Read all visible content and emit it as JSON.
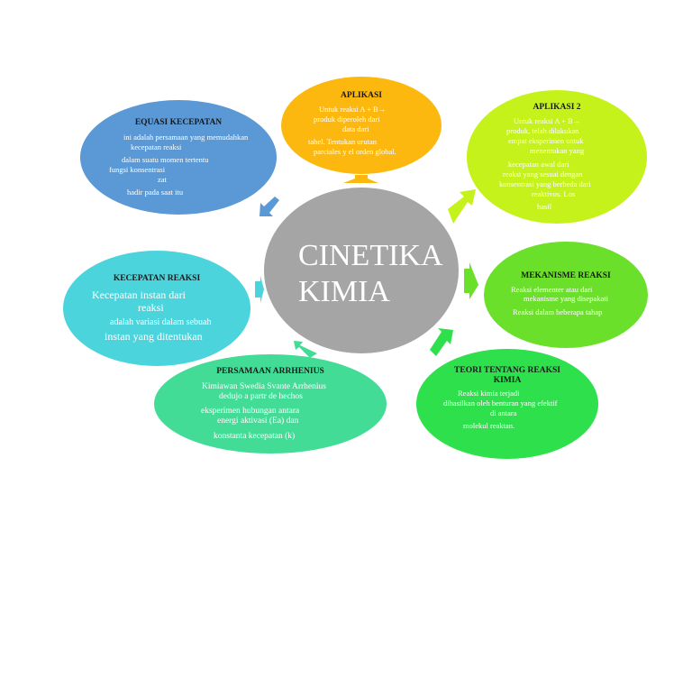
{
  "center": {
    "line1": "CINETIKA",
    "line2": "KIMIA"
  },
  "colors": {
    "center": "#a5a5a5",
    "aplikasi": "#fdb80f",
    "aplikasi2": "#c5f21a",
    "mekanisme": "#6be02a",
    "teori": "#2ee04b",
    "arrhenius": "#43dc97",
    "kecepatan": "#4cd4dd",
    "equasi": "#5a99d5"
  },
  "nodes": {
    "aplikasi": {
      "title": "APLIKASI",
      "lines": [
        "Untuk reaksi A + B→",
        "produk diperoleh dari",
        "data dari",
        "tabel. Tentukan urutan",
        "parciales y el orden global."
      ]
    },
    "aplikasi2": {
      "title": "APLIKASI 2",
      "lines": [
        "Untuk reaksi A + B→",
        "produk, telah dilakukan",
        "empat eksperimen untuk",
        "menentukan yang",
        "kecepatan awal dari",
        "reaksi yang sesuai dengan",
        "konsentrasi yang berbeda dari",
        "reaktivos. Los",
        "hasil"
      ]
    },
    "mekanisme": {
      "title": "MEKANISME REAKSI",
      "lines": [
        "Reaksi elementer atau dari",
        "mekanisme yang disepakati",
        "Reaksi dalam beberapa tahap"
      ]
    },
    "teori": {
      "title_1": "TEORI TENTANG REAKSI",
      "title_2": "KIMIA",
      "lines": [
        "Reaksi kimia terjadi",
        "dihasilkan oleh benturan yang efektif",
        "di antara",
        "molekul reaktan."
      ]
    },
    "arrhenius": {
      "title": "PERSAMAAN ARRHENIUS",
      "lines": [
        "Kimiawan Swedia Svante Arrhenius",
        "dedujo a partr de hechos",
        "eksperimen hubungan antara",
        "energi aktivasi (Ea) dan",
        "konstanta kecepatan (k)"
      ]
    },
    "kecepatan": {
      "title": "KECEPATAN REAKSI",
      "lines": [
        "Kecepatan instan dari",
        "reaksi",
        "adalah variasi dalam sebuah",
        "instan yang ditentukan"
      ]
    },
    "equasi": {
      "title": "EQUASI KECEPATAN",
      "lines": [
        "ini adalah persamaan yang memudahkan",
        "kecepatan reaksi",
        "dalam suatu momen tertentu",
        "fungsi konsentrasi",
        "zat",
        "hadir pada saat itu"
      ]
    }
  }
}
